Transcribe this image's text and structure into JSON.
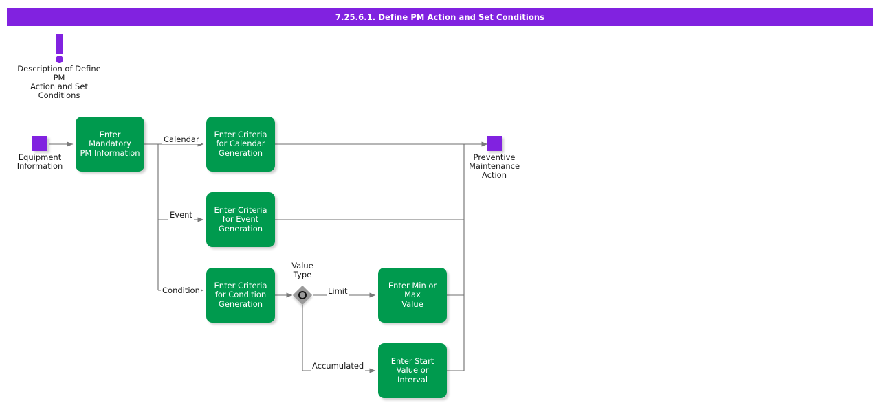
{
  "header": {
    "title": "7.25.6.1. Define PM Action and Set Conditions",
    "bar_color": "#8122E0",
    "text_color": "#ffffff"
  },
  "colors": {
    "process_green": "#009A4E",
    "terminator_purple": "#8122E0",
    "decision_gray": "#9A9A9A",
    "edge_gray": "#666666",
    "text_dark": "#1a1a1a"
  },
  "note": {
    "icon": "exclamation-icon",
    "label": "Description of Define PM\nAction and Set\nConditions"
  },
  "nodes": {
    "start": {
      "type": "terminator",
      "icon": "purple-square",
      "label": "Equipment\nInformation"
    },
    "end": {
      "type": "terminator",
      "icon": "purple-square",
      "label": "Preventive\nMaintenance\nAction"
    },
    "mandatory": {
      "type": "process",
      "label": "Enter Mandatory\nPM Information"
    },
    "calendar": {
      "type": "process",
      "label": "Enter Criteria\nfor Calendar\nGeneration"
    },
    "event": {
      "type": "process",
      "label": "Enter Criteria\nfor Event\nGeneration"
    },
    "condition": {
      "type": "process",
      "label": "Enter Criteria\nfor Condition\nGeneration"
    },
    "minmax": {
      "type": "process",
      "label": "Enter Min or Max\nValue"
    },
    "startvalue": {
      "type": "process",
      "label": "Enter Start\nValue or\nInterval"
    },
    "valuetype": {
      "type": "decision",
      "label": "Value\nType"
    }
  },
  "edge_labels": {
    "calendar": "Calendar",
    "event": "Event",
    "condition": "Condition",
    "limit": "Limit",
    "accumulated": "Accumulated"
  }
}
